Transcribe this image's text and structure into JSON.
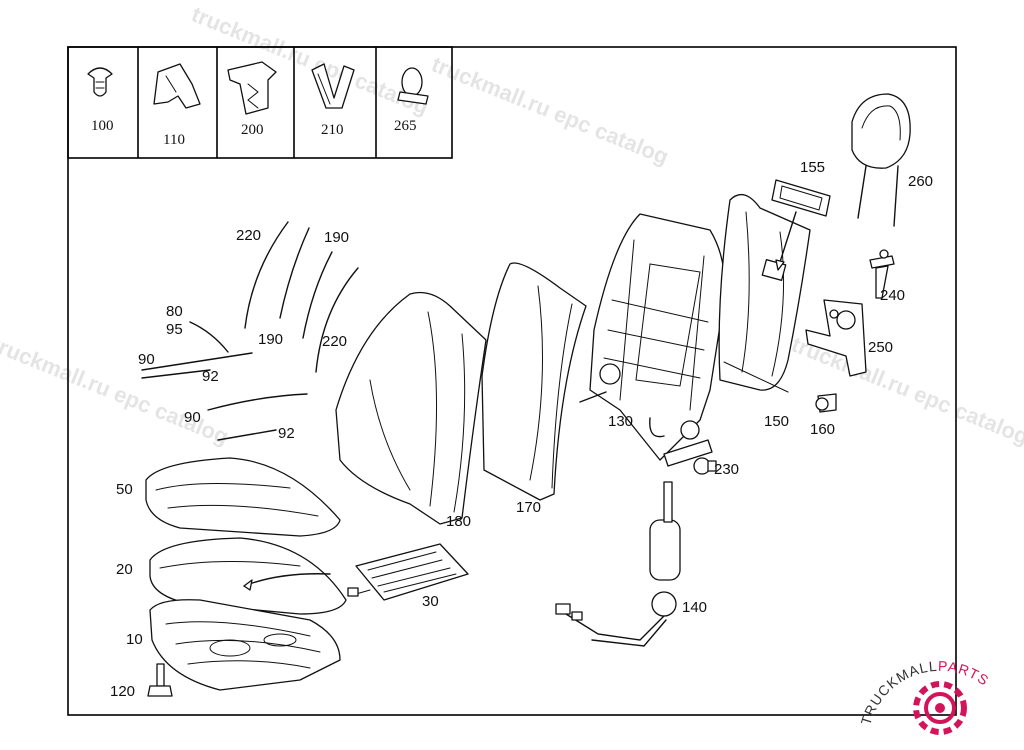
{
  "watermarks": [
    "truckmall.ru epc catalog",
    "truckmall.ru epc catalog",
    "truckmall.ru epc catalog",
    "truckmall.ru epc catalog"
  ],
  "inset_parts": [
    "100",
    "110",
    "200",
    "210",
    "265"
  ],
  "part_labels": {
    "p10": "10",
    "p20": "20",
    "p30": "30",
    "p50": "50",
    "p80": "80",
    "p95": "95",
    "p90a": "90",
    "p92a": "92",
    "p90b": "90",
    "p92b": "92",
    "p120": "120",
    "p130": "130",
    "p140": "140",
    "p150": "150",
    "p155": "155",
    "p160": "160",
    "p170": "170",
    "p180": "180",
    "p190a": "190",
    "p190b": "190",
    "p220a": "220",
    "p220b": "220",
    "p230": "230",
    "p240": "240",
    "p250": "250",
    "p260": "260"
  },
  "logo": {
    "text_dark": "TRUCKMALL",
    "text_accent": "PARTS",
    "accent_color": "#d4145a"
  }
}
